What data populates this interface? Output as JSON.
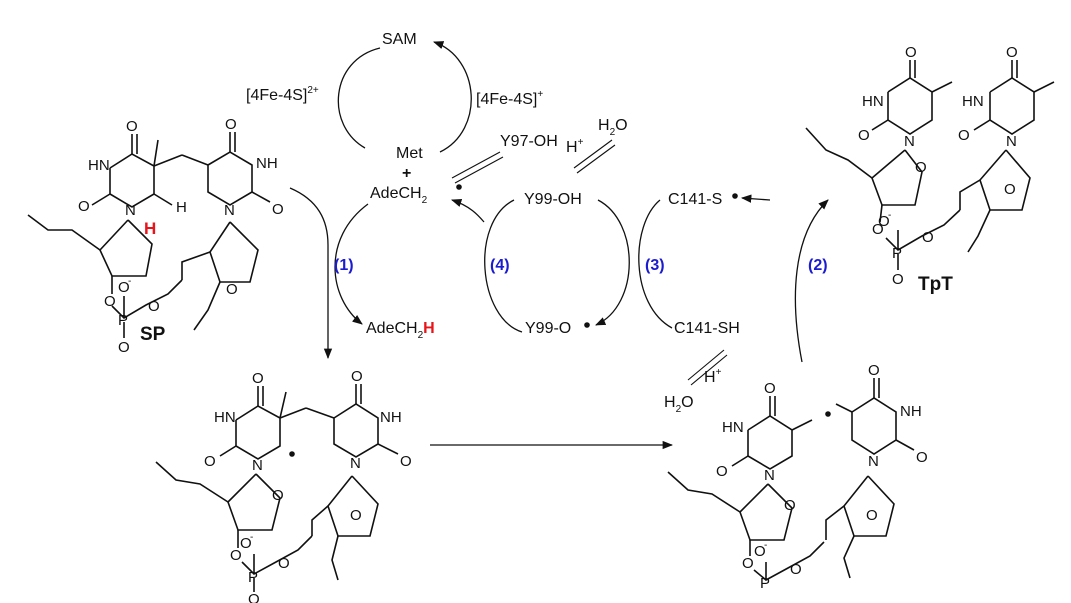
{
  "cycle": {
    "sam": "SAM",
    "fe_left": "[4Fe-4S]",
    "fe_left_charge": "2+",
    "fe_right": "[4Fe-4S]",
    "fe_right_charge": "+",
    "met": "Met",
    "plus": "+",
    "adech2_radical": "AdeCH",
    "adech2_radical_sub": "2",
    "y97": "Y97-OH",
    "adech2h": "AdeCH",
    "adech2h_sub": "2",
    "adech2h_h": "H",
    "h_plus_top": "H",
    "h_plus_top_charge": "+",
    "h2o_top": "H",
    "h2o_top_sub": "2",
    "h2o_top_o": "O",
    "y99_oh": "Y99-OH",
    "y99_o": "Y99-O",
    "c141_s": "C141-S",
    "c141_sh": "C141-SH",
    "h_plus_bottom": "H",
    "h_plus_bottom_charge": "+",
    "h2o_bottom": "H",
    "h2o_bottom_sub": "2",
    "h2o_bottom_o": "O"
  },
  "steps": [
    "(1)",
    "(4)",
    "(3)",
    "(2)"
  ],
  "molecules": {
    "sp_name": "SP",
    "tpt_name": "TpT",
    "atoms": {
      "O": "O",
      "N": "N",
      "H": "H",
      "HN": "HN",
      "NH": "NH",
      "P": "P",
      "O_minus": "O",
      "minus": "-"
    }
  },
  "colors": {
    "step_label": "#1b1bd0",
    "highlight_h": "#e8141a"
  }
}
